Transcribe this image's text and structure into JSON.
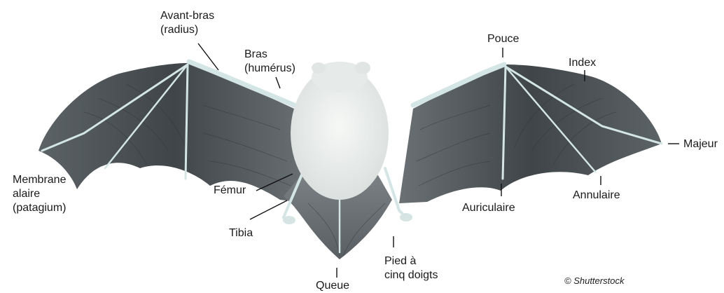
{
  "labels": {
    "avant_bras": [
      "Avant-bras",
      "(radius)"
    ],
    "bras": [
      "Bras",
      "(humérus)"
    ],
    "pouce": "Pouce",
    "index": "Index",
    "majeur": "Majeur",
    "membrane": [
      "Membrane",
      "alaire",
      "(patagium)"
    ],
    "femur": "Fémur",
    "tibia": "Tibia",
    "queue": "Queue",
    "pied": [
      "Pied à",
      "cinq doigts"
    ],
    "auriculaire": "Auriculaire",
    "annulaire": "Annulaire"
  },
  "credit": "© Shutterstock",
  "colors": {
    "membrane_dark": "#4b5154",
    "membrane_mid": "#6d7478",
    "bone": "#cfe3e2",
    "fur": "#eef1ef",
    "line": "#111111"
  }
}
